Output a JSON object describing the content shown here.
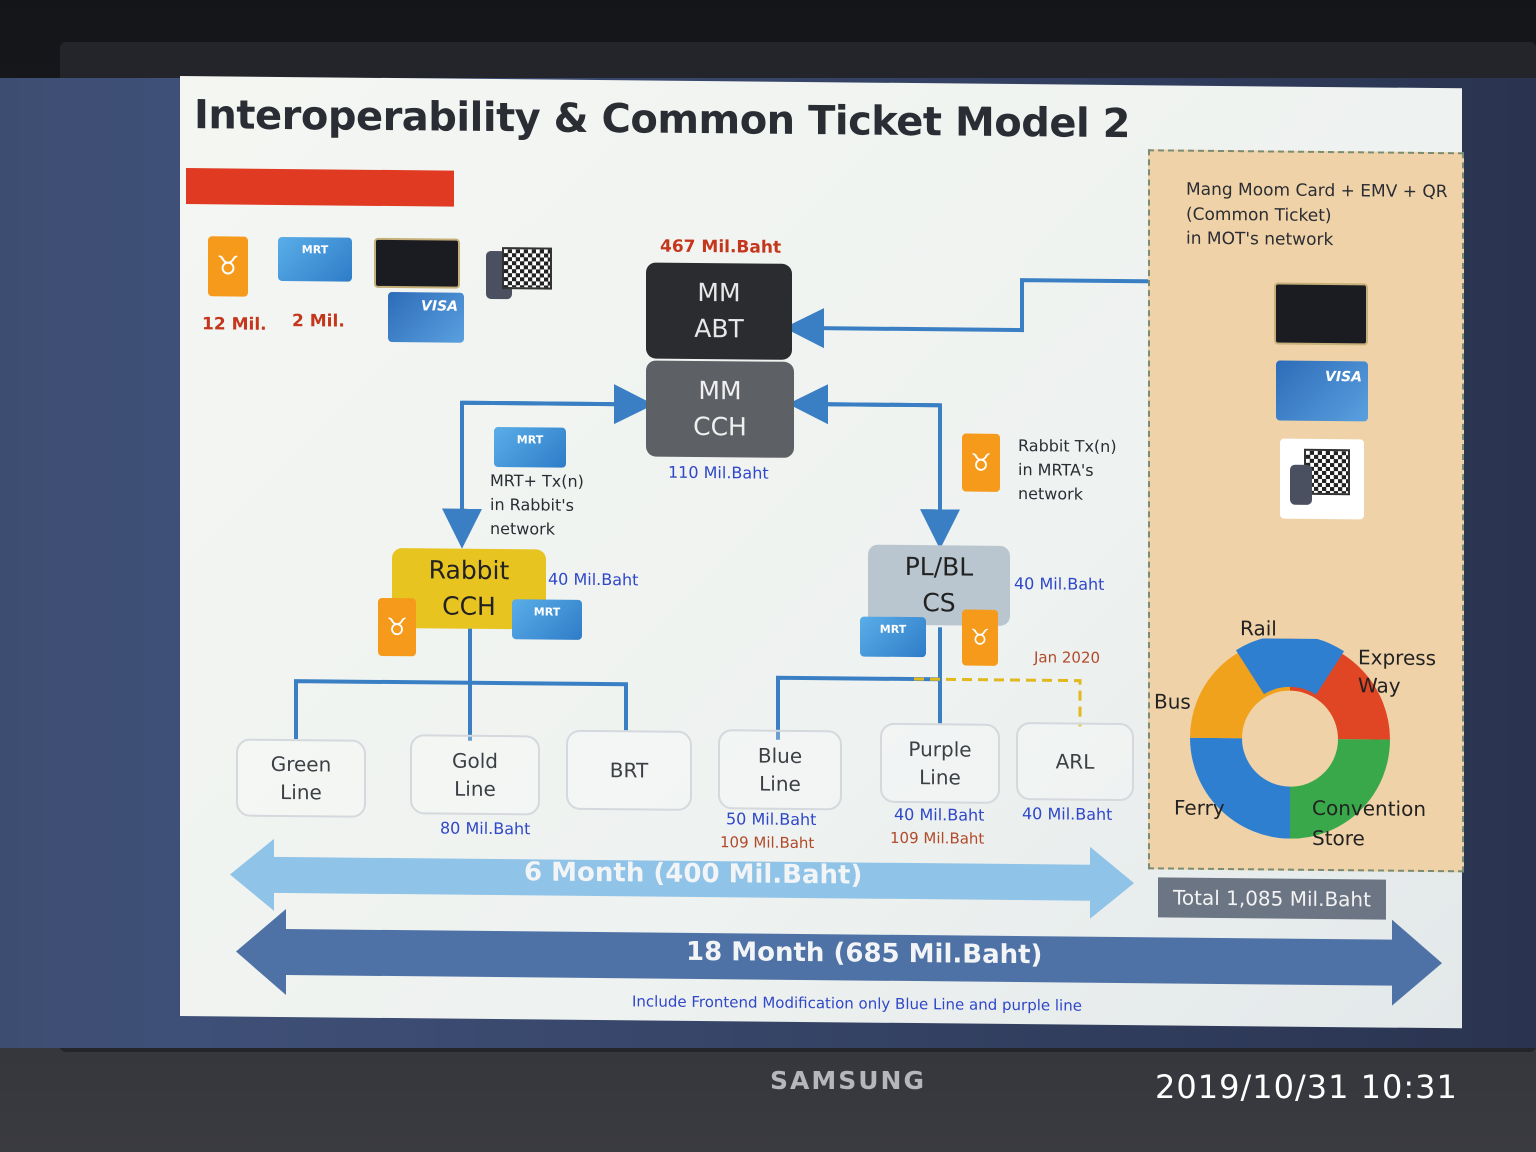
{
  "slide": {
    "title": "Interoperability & Common Ticket Model 2",
    "cards": {
      "rabbit_count": "12 Mil.",
      "mrt_count": "2 Mil.",
      "mrt_text": "MRT",
      "visa_text": "VISA"
    },
    "nodes": {
      "mm_abt": {
        "label": "MM\nABT",
        "cost": "467 Mil.Baht"
      },
      "mm_cch": {
        "label": "MM\nCCH",
        "cost": "110 Mil.Baht"
      },
      "rabbit_cch": {
        "label": "Rabbit\nCCH",
        "cost": "40 Mil.Baht"
      },
      "plbl_cs": {
        "label": "PL/BL\nCS",
        "cost": "40 Mil.Baht"
      }
    },
    "notes": {
      "mrt_tx": "MRT+ Tx(n)\nin Rabbit's\nnetwork",
      "rabbit_tx": "Rabbit Tx(n)\nin MRTA's\nnetwork",
      "jan_2020": "Jan 2020"
    },
    "lines": [
      {
        "name": "Green\nLine",
        "cost1": "",
        "cost2": ""
      },
      {
        "name": "Gold\nLine",
        "cost1": "80 Mil.Baht",
        "cost2": ""
      },
      {
        "name": "BRT",
        "cost1": "",
        "cost2": ""
      },
      {
        "name": "Blue\nLine",
        "cost1": "50 Mil.Baht",
        "cost2": "109 Mil.Baht"
      },
      {
        "name": "Purple\nLine",
        "cost1": "40 Mil.Baht",
        "cost2": "109 Mil.Baht"
      },
      {
        "name": "ARL",
        "cost1": "40 Mil.Baht",
        "cost2": ""
      }
    ],
    "panel": {
      "text": "Mang Moom Card + EMV + QR\n(Common Ticket)\nin MOT's network",
      "visa_text": "VISA"
    },
    "ring": {
      "labels": {
        "rail": "Rail",
        "expressway": "Express\nWay",
        "bus": "Bus",
        "ferry": "Ferry",
        "convention": "Convention\nStore"
      },
      "colors": [
        "#2f7fd1",
        "#e04524",
        "#f0a21c",
        "#39a84a"
      ]
    },
    "timeline": {
      "six_month": "6 Month (400 Mil.Baht)",
      "eighteen_month": "18 Month (685 Mil.Baht)",
      "footnote": "Include Frontend Modification only Blue Line and purple line",
      "total": "Total 1,085 Mil.Baht"
    }
  },
  "monitor": {
    "brand": "SAMSUNG"
  },
  "photo": {
    "timestamp": "2019/10/31  10:31"
  }
}
